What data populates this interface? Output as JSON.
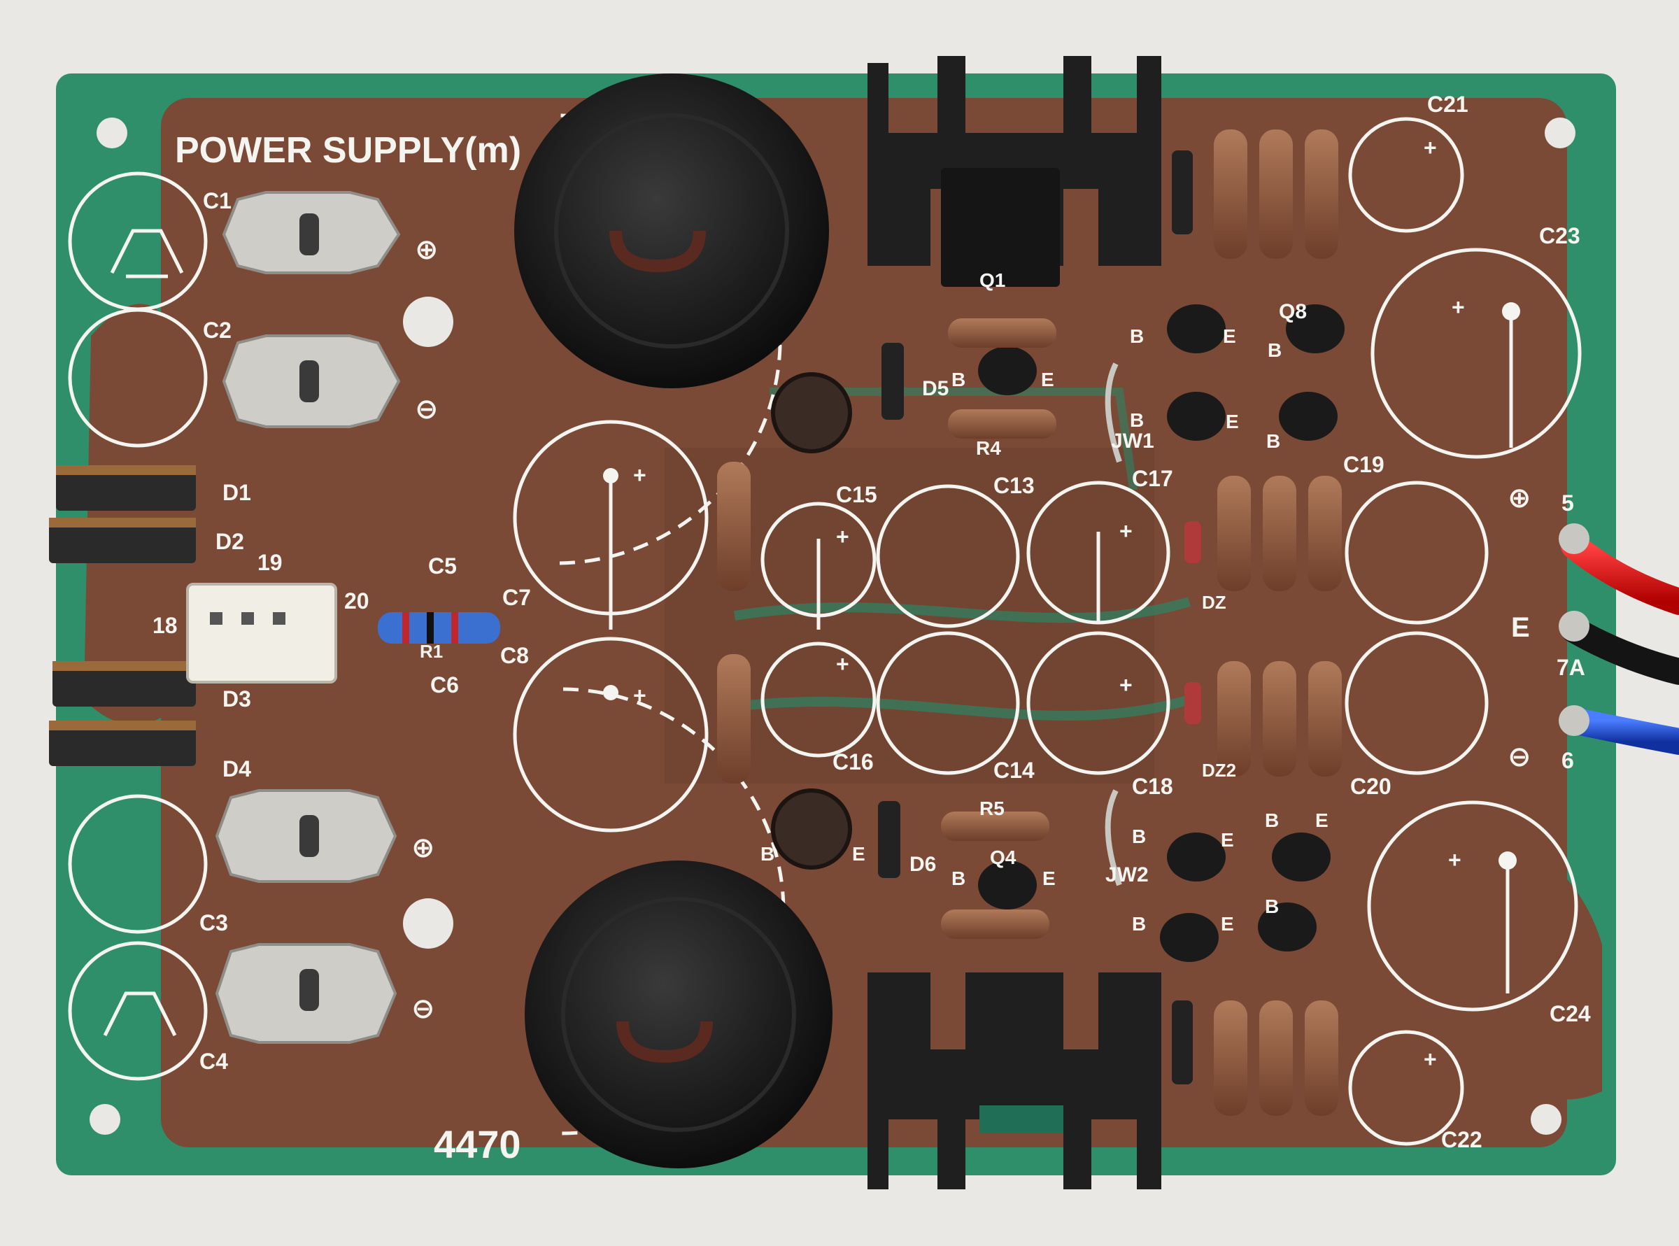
{
  "board": {
    "title": "POWER SUPPLY(m)",
    "part_number": "4470",
    "colors": {
      "background": "#e9e8e4",
      "substrate_green": "#2f8f6a",
      "board_brown": "#7a4a36",
      "silkscreen": "#f4f4f0",
      "heatsink": "#1f1f1f",
      "solder": "#c9c7c2"
    }
  },
  "labels": {
    "C1": "C1",
    "C2": "C2",
    "C3": "C3",
    "C4": "C4",
    "C5": "C5",
    "C6": "C6",
    "C7": "C7",
    "C8": "C8",
    "C13": "C13",
    "C14": "C14",
    "C15": "C15",
    "C16": "C16",
    "C17": "C17",
    "C18": "C18",
    "C19": "C19",
    "C20": "C20",
    "C21": "C21",
    "C22": "C22",
    "C23": "C23",
    "C24": "C24",
    "D1": "D1",
    "D2": "D2",
    "D3": "D3",
    "D4": "D4",
    "D5": "D5",
    "D6": "D6",
    "R1": "R1",
    "R4": "R4",
    "R5": "R5",
    "JW1": "JW1",
    "JW2": "JW2",
    "Q1": "Q1",
    "Q4": "Q4",
    "Q8": "Q8",
    "DZ": "DZ",
    "DZ2": "DZ2",
    "pin18": "18",
    "pin19": "19",
    "pin20": "20",
    "term5": "5",
    "term6": "6",
    "term7A": "7A",
    "plus": "+",
    "minus": "⊖",
    "plus_circle": "⊕",
    "earth": "E",
    "B": "B",
    "E": "E"
  }
}
